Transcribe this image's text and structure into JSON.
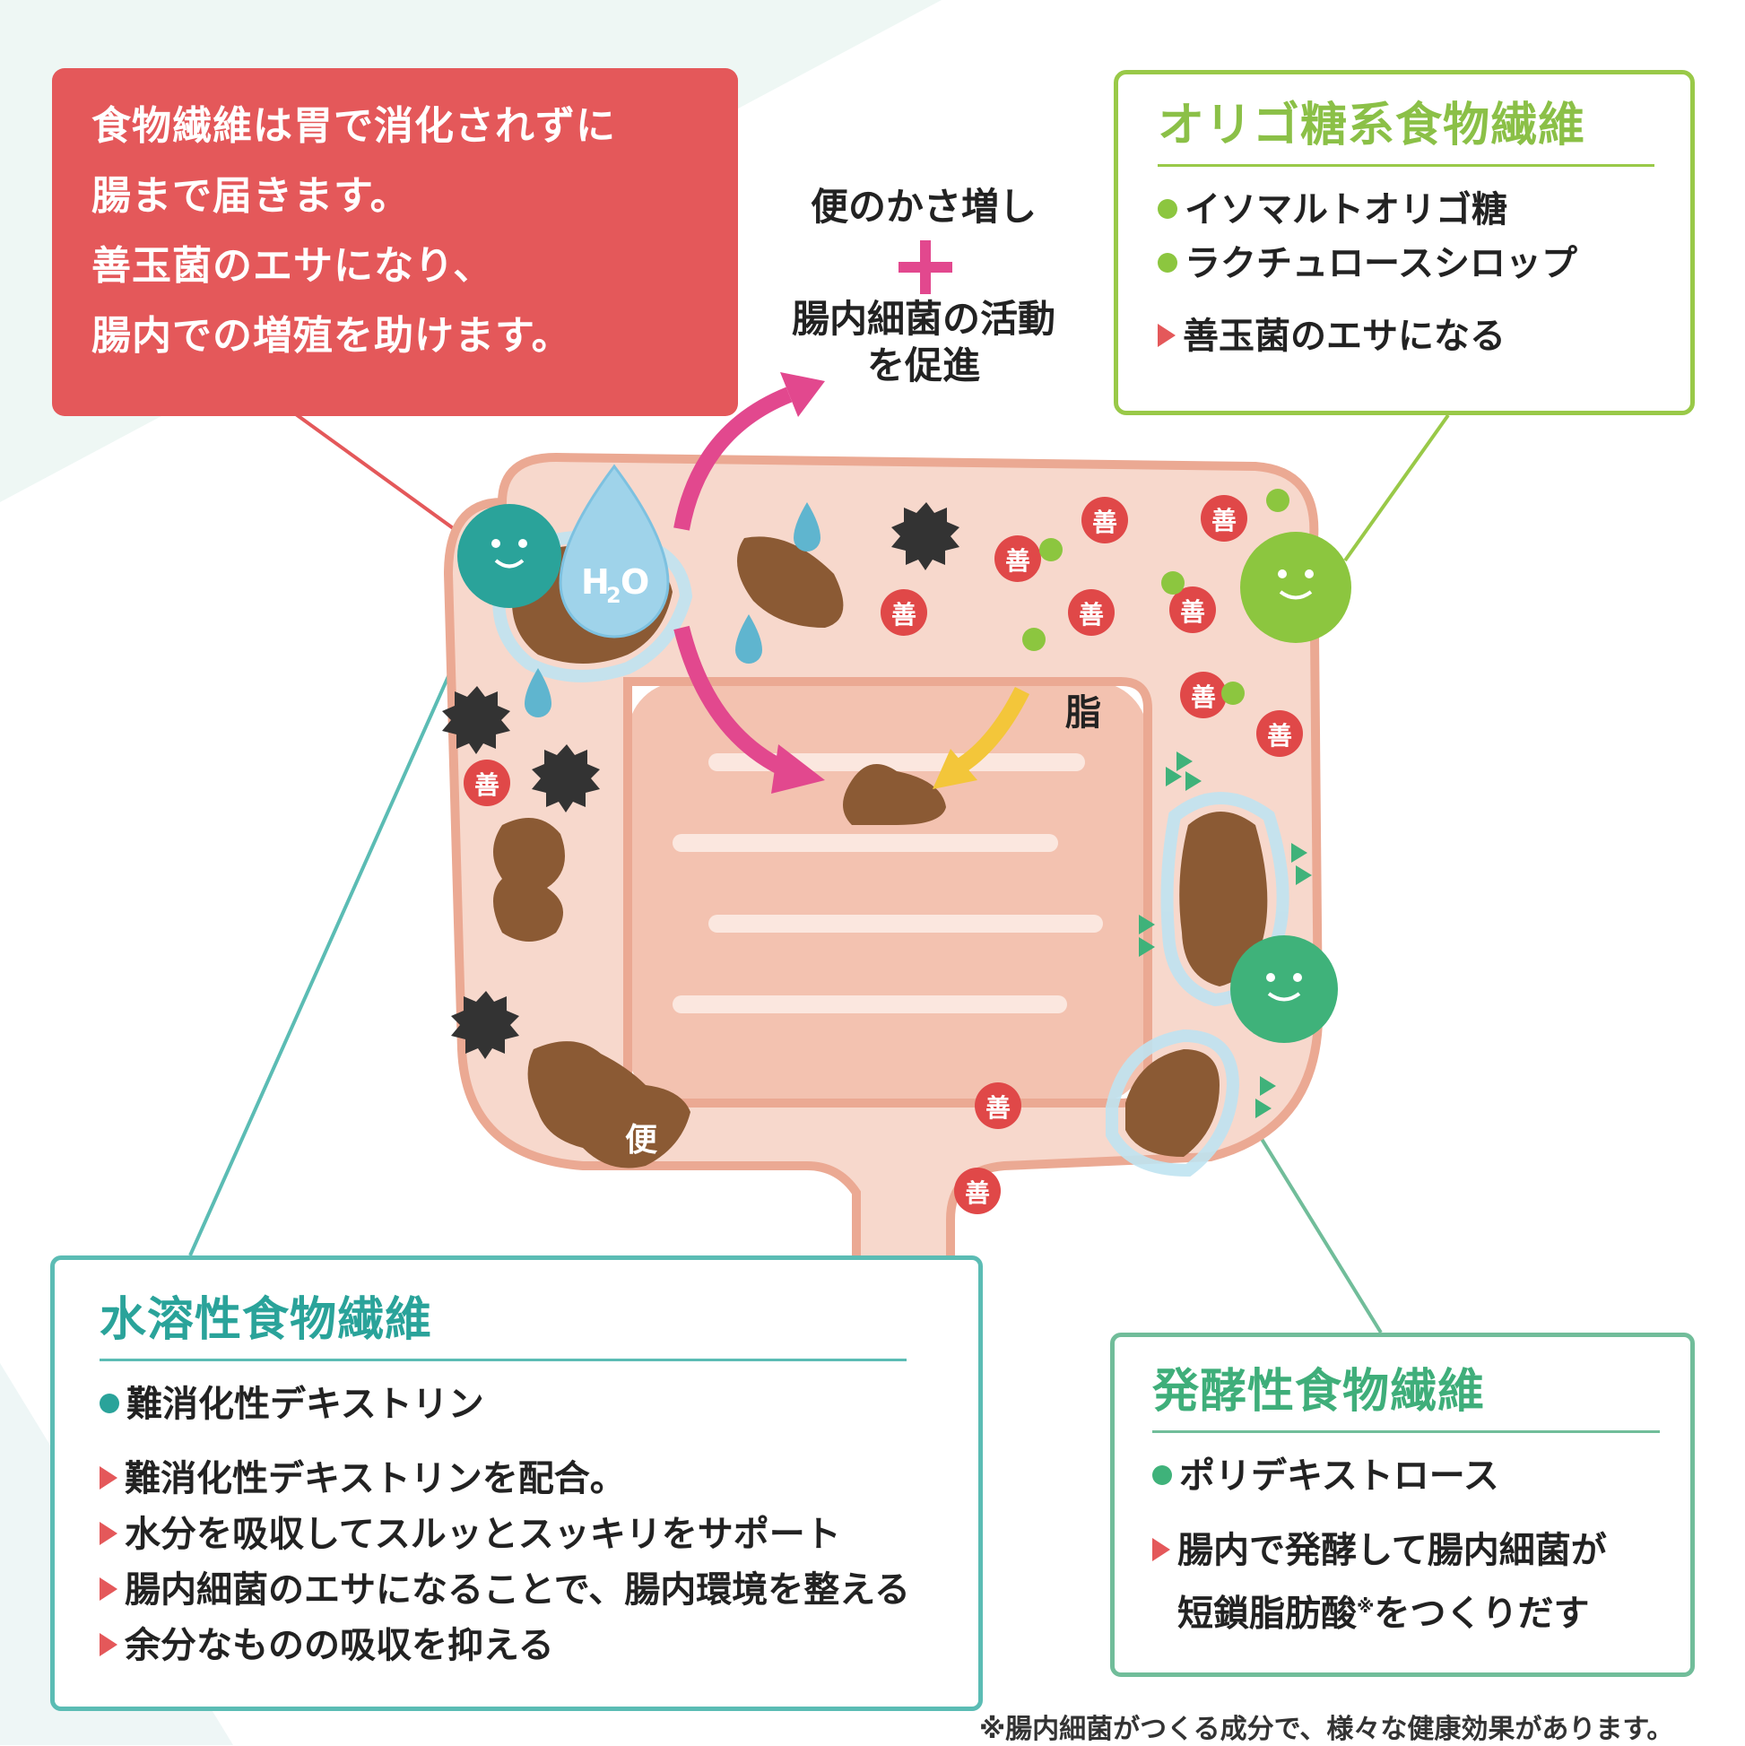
{
  "intro": {
    "lines": [
      "食物繊維は胃で消化されずに",
      "腸まで届きます。",
      "善玉菌のエサになり、",
      "腸内での増殖を助けます。"
    ]
  },
  "center": {
    "line1": "便のかさ増し",
    "line2": "腸内細菌の活動",
    "line3": "を促進",
    "fat_label": "脂",
    "stool_label": "便",
    "water_label_h": "H",
    "water_label_sub": "2",
    "water_label_o": "O",
    "good_bacteria_label": "善"
  },
  "oligo": {
    "title": "オリゴ糖系食物繊維",
    "items": [
      "イソマルトオリゴ糖",
      "ラクチュロースシロップ"
    ],
    "note": "善玉菌のエサになる"
  },
  "water": {
    "title": "水溶性食物繊維",
    "items": [
      "難消化性デキストリン"
    ],
    "notes": [
      "難消化性デキストリンを配合。",
      "水分を吸収してスルッとスッキリをサポート",
      "腸内細菌のエサになることで、腸内環境を整える",
      "余分なものの吸収を抑える"
    ]
  },
  "ferm": {
    "title": "発酵性食物繊維",
    "items": [
      "ポリデキストロース"
    ],
    "note1": "腸内で発酵して腸内細菌が",
    "note2_a": "短鎖脂肪酸",
    "note2_mark": "※",
    "note2_b": "をつくりだす"
  },
  "footnote": "※腸内細菌がつくる成分で、様々な健康効果があります。",
  "colors": {
    "red": "#e4585a",
    "olive_green": "#99c948",
    "teal": "#5bbcb4",
    "mint_green": "#71bd9a",
    "intestine": "#f7d8cc",
    "stool": "#8b5a34",
    "pink_arrow": "#e2488e",
    "yellow_arrow": "#f3c63a"
  }
}
